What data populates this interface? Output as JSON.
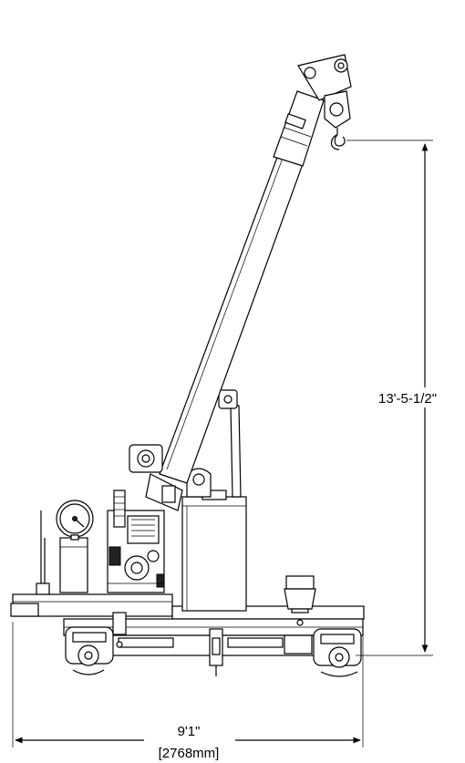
{
  "dimensions": {
    "height_label": "13'-5-1/2\"",
    "width_label": "9'1\"",
    "width_metric_label": "[2768mm]"
  }
}
